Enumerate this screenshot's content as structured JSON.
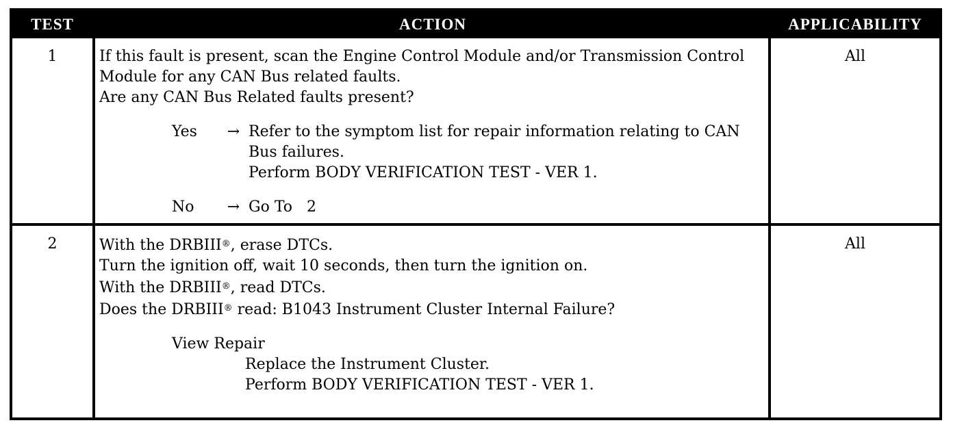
{
  "header": {
    "test": "TEST",
    "action": "ACTION",
    "applicability": "APPLICABILITY"
  },
  "rows": [
    {
      "test": "1",
      "action": {
        "lines": [
          "If this fault is present, scan the Engine Control Module and/or Transmission Control",
          "Module for any CAN Bus related faults.",
          "Are any CAN Bus Related faults present?"
        ],
        "yes": {
          "label": "Yes",
          "arrow": "→",
          "lines": [
            "Refer to the symptom list for repair information relating to CAN",
            "Bus failures.",
            "Perform BODY VERIFICATION TEST - VER 1."
          ]
        },
        "no": {
          "label": "No",
          "arrow": "→",
          "text": "Go To   2"
        }
      },
      "applicability": "All"
    },
    {
      "test": "2",
      "action": {
        "lines": [
          {
            "before": "With the DRBIII",
            "reg": "®",
            "after": ", erase DTCs."
          },
          "Turn the ignition off, wait 10 seconds, then turn the ignition on.",
          {
            "before": "With the DRBIII",
            "reg": "®",
            "after": ", read DTCs."
          },
          {
            "before": "Does the DRBIII",
            "reg": "®",
            "after": " read: B1043 Instrument Cluster Internal Failure?"
          }
        ],
        "repair_label": "View Repair",
        "repair_lines": [
          "Replace the Instrument Cluster.",
          "Perform BODY VERIFICATION TEST - VER 1."
        ]
      },
      "applicability": "All"
    }
  ]
}
